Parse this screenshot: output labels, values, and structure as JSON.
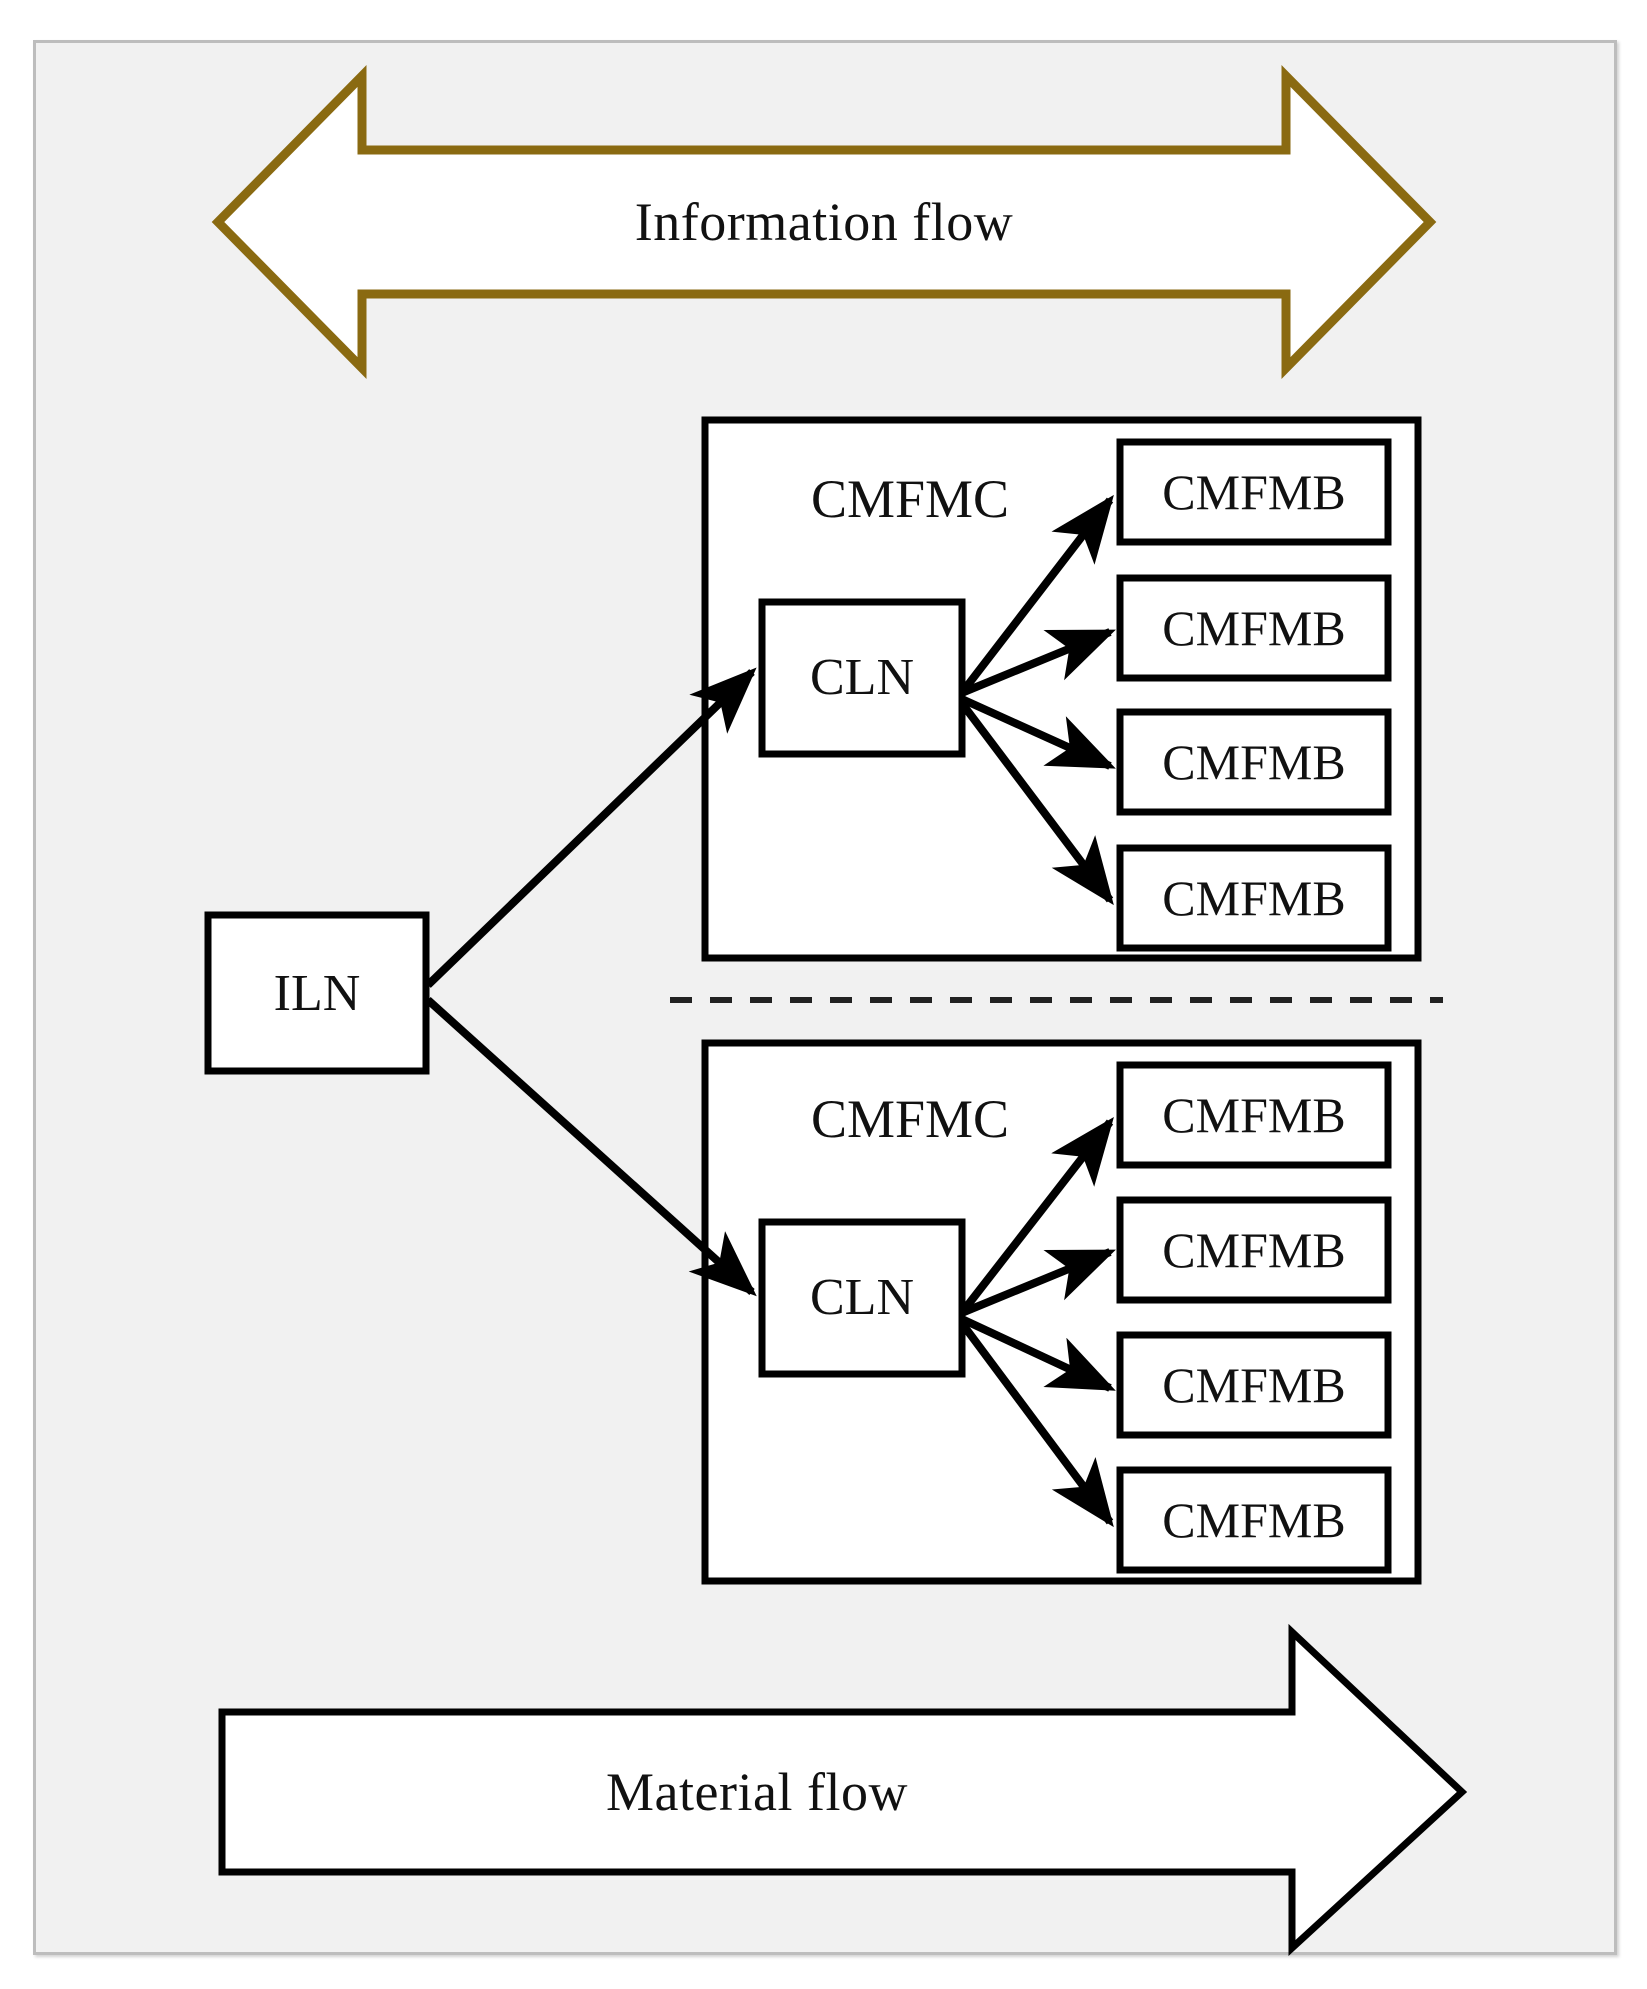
{
  "diagram": {
    "title_top": "Information flow",
    "title_bottom": "Material flow",
    "colors": {
      "information_arrow": "#8a6a11",
      "material_arrow": "#000000",
      "frame_border": "#bdbdbd",
      "frame_background": "#f1f1f1",
      "node_fill": "#ffffff",
      "node_stroke": "#000000"
    },
    "root_node": {
      "label": "ILN",
      "name": "iln-node"
    },
    "separator": {
      "style": "dashed",
      "name": "group-separator"
    },
    "groups": [
      {
        "label": "CMFMC",
        "controller": {
          "label": "CLN"
        },
        "members": [
          {
            "label": "CMFMB"
          },
          {
            "label": "CMFMB"
          },
          {
            "label": "CMFMB"
          },
          {
            "label": "CMFMB"
          }
        ]
      },
      {
        "label": "CMFMC",
        "controller": {
          "label": "CLN"
        },
        "members": [
          {
            "label": "CMFMB"
          },
          {
            "label": "CMFMB"
          },
          {
            "label": "CMFMB"
          },
          {
            "label": "CMFMB"
          }
        ]
      }
    ]
  }
}
